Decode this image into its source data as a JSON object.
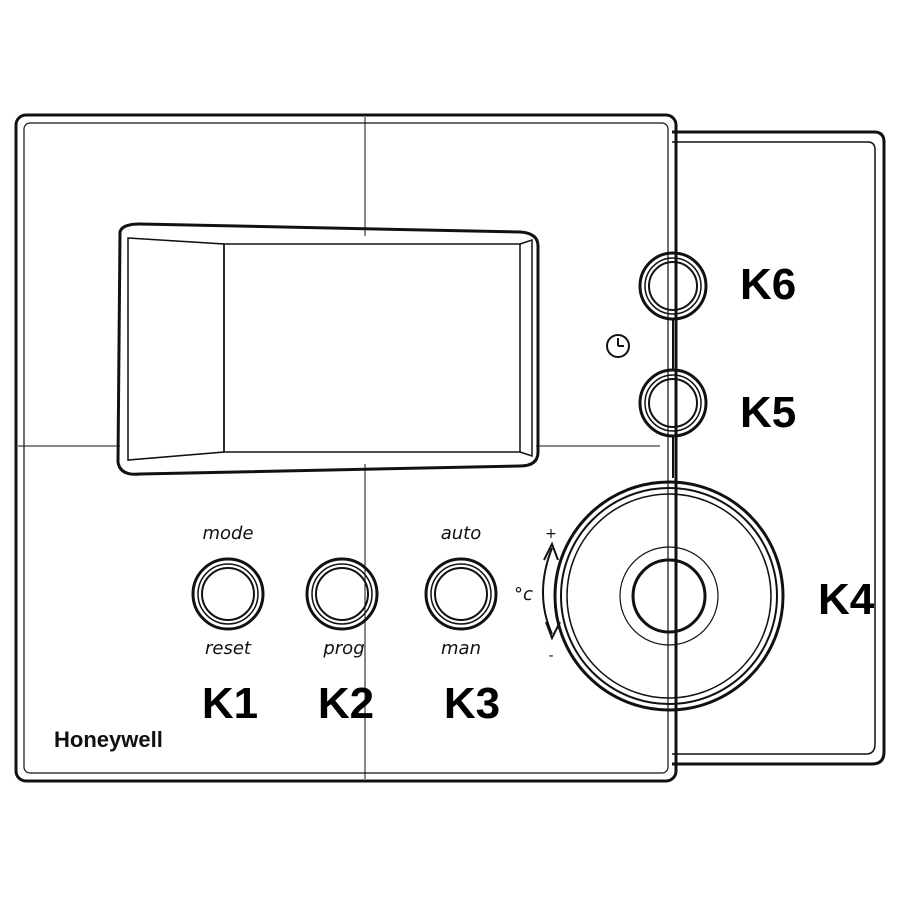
{
  "device": {
    "brand": "Honeywell",
    "buttons": {
      "k1": {
        "top_label": "mode",
        "bottom_label": "reset",
        "key_label": "K1"
      },
      "k2": {
        "bottom_label": "prog",
        "key_label": "K2"
      },
      "k3": {
        "top_label": "auto",
        "bottom_label": "man",
        "key_label": "K3"
      },
      "k4": {
        "key_label": "K4"
      },
      "k5": {
        "key_label": "K5"
      },
      "k6": {
        "key_label": "K6"
      }
    },
    "dial": {
      "unit_label": "°c",
      "plus_label": "+",
      "minus_label": "-"
    }
  }
}
